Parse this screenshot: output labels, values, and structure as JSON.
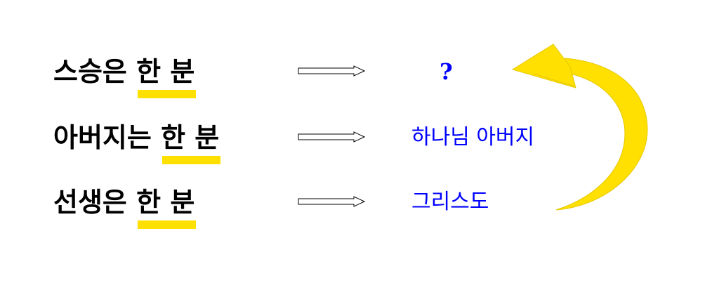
{
  "rows": [
    {
      "prefix": "스승은 ",
      "highlight": "한 분",
      "result": "?"
    },
    {
      "prefix": "아버지는 ",
      "highlight": "한 분",
      "result": "하나님 아버지"
    },
    {
      "prefix": "선생은 ",
      "highlight": "한 분",
      "result": "그리스도"
    }
  ],
  "colors": {
    "highlight": "#ffe000",
    "result_text": "#0000ff",
    "curved_arrow": "#ffe000"
  },
  "icons": {
    "row_arrow": "double-line-right-arrow-icon",
    "curved_arrow": "curved-return-arrow-icon"
  }
}
